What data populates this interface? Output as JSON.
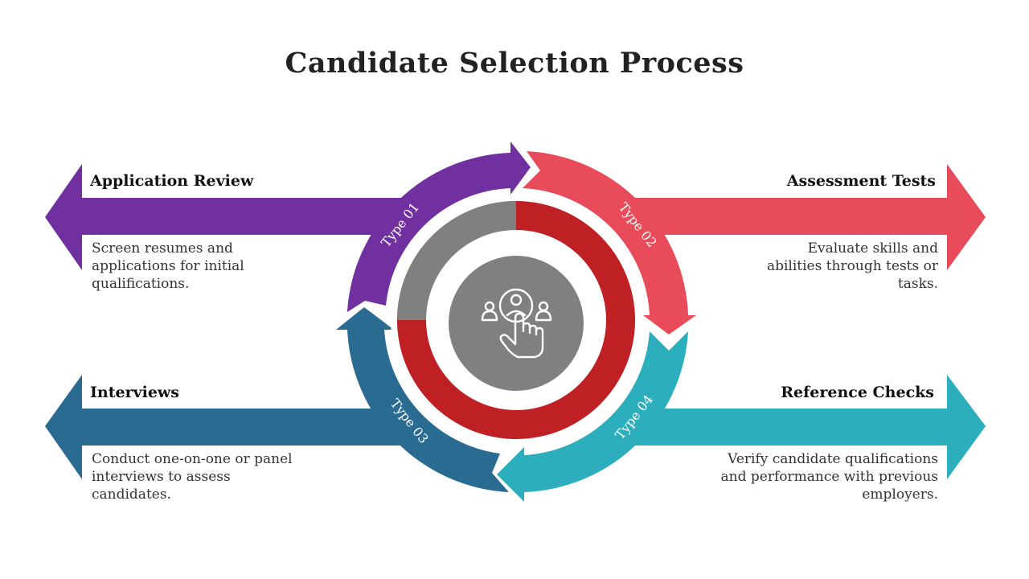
{
  "title": "Candidate Selection Process",
  "colors": {
    "purple": "#7030a0",
    "red_light": "#e84c5a",
    "blue": "#2a6b92",
    "teal": "#2caebd",
    "gray": "#808080",
    "dark_red": "#be2024"
  },
  "center_icon": "user-selection-hand-icon",
  "steps": [
    {
      "type": "Type 01",
      "title": "Application Review",
      "desc": "Screen resumes and applications for initial qualifications."
    },
    {
      "type": "Type 02",
      "title": "Assessment  Tests",
      "desc": "Evaluate skills and abilities through tests or tasks."
    },
    {
      "type": "Type 03",
      "title": "Interviews",
      "desc": "Conduct one-on-one or panel interviews to assess candidates."
    },
    {
      "type": "Type 04",
      "title": "Reference  Checks",
      "desc": "Verify candidate qualifications and performance with previous employers."
    }
  ]
}
